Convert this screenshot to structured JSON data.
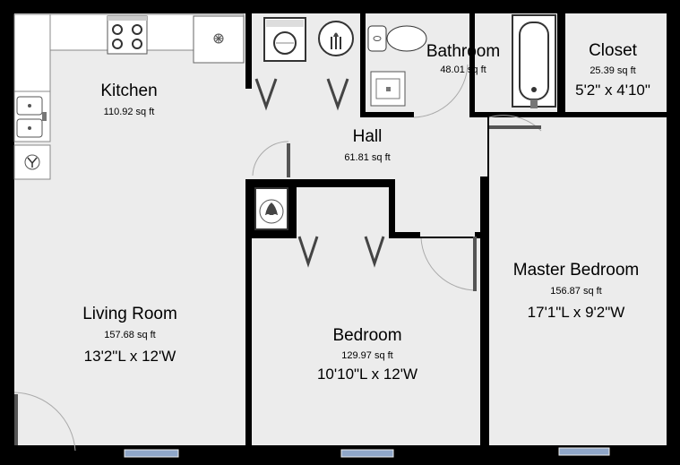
{
  "rooms": {
    "kitchen": {
      "name": "Kitchen",
      "area": "110.92 sq ft"
    },
    "living": {
      "name": "Living Room",
      "area": "157.68 sq ft",
      "dims": "13'2\"L x 12'W"
    },
    "hall": {
      "name": "Hall",
      "area": "61.81 sq ft"
    },
    "bathroom": {
      "name": "Bathroom",
      "area": "48.01 sq ft"
    },
    "closet": {
      "name": "Closet",
      "area": "25.39 sq ft",
      "dims": "5'2\" x 4'10\""
    },
    "bedroom": {
      "name": "Bedroom",
      "area": "129.97 sq ft",
      "dims": "10'10\"L x 12'W"
    },
    "master": {
      "name": "Master Bedroom",
      "area": "156.87 sq ft",
      "dims": "17'1\"L x 9'2\"W"
    }
  },
  "colors": {
    "floor": "#ececec",
    "wall": "#000000",
    "fixture": "#ffffff",
    "door_leaf": "#555555",
    "window": "#8fa6c8"
  },
  "icons": [
    "stove-icon",
    "dishwasher-icon",
    "washer-icon",
    "water-heater-icon",
    "toilet-icon",
    "sink-icon",
    "bathtub-icon",
    "furnace-icon",
    "door-swing-icon",
    "closet-door-icon",
    "window-icon"
  ]
}
